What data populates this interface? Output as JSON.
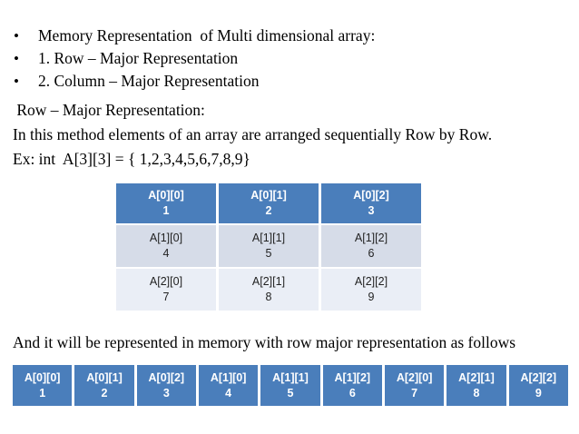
{
  "slide": {
    "bullets": [
      {
        "marker": "•",
        "text": "Memory Representation  of Multi dimensional array:"
      },
      {
        "marker": "•",
        "text": "1. Row – Major Representation"
      },
      {
        "marker": "•",
        "text": "2. Column – Major Representation"
      }
    ],
    "heading_row_major": " Row – Major Representation:",
    "description": "In this method elements of an array are arranged sequentially Row by Row.",
    "example": "Ex: int  A[3][3] = { 1,2,3,4,5,6,7,8,9}",
    "memory_note": "And it will be represented in memory with row major representation as follows"
  },
  "matrix": {
    "rows": [
      {
        "style": "header",
        "cells": [
          {
            "index": "A[0][0]",
            "value": "1"
          },
          {
            "index": "A[0][1]",
            "value": "2"
          },
          {
            "index": "A[0][2]",
            "value": "3"
          }
        ]
      },
      {
        "style": "band-a",
        "cells": [
          {
            "index": "A[1][0]",
            "value": "4"
          },
          {
            "index": "A[1][1]",
            "value": "5"
          },
          {
            "index": "A[1][2]",
            "value": "6"
          }
        ]
      },
      {
        "style": "band-b",
        "cells": [
          {
            "index": "A[2][0]",
            "value": "7"
          },
          {
            "index": "A[2][1]",
            "value": "8"
          },
          {
            "index": "A[2][2]",
            "value": "9"
          }
        ]
      }
    ]
  },
  "memory_strip": {
    "cells": [
      {
        "index": "A[0][0]",
        "value": "1"
      },
      {
        "index": "A[0][1]",
        "value": "2"
      },
      {
        "index": "A[0][2]",
        "value": "3"
      },
      {
        "index": "A[1][0]",
        "value": "4"
      },
      {
        "index": "A[1][1]",
        "value": "5"
      },
      {
        "index": "A[1][2]",
        "value": "6"
      },
      {
        "index": "A[2][0]",
        "value": "7"
      },
      {
        "index": "A[2][1]",
        "value": "8"
      },
      {
        "index": "A[2][2]",
        "value": "9"
      }
    ]
  },
  "colors": {
    "accent_blue": "#4a7ebb",
    "band_light": "#d6dce8",
    "band_lighter": "#eaeef6",
    "text": "#000000",
    "on_accent": "#ffffff"
  }
}
